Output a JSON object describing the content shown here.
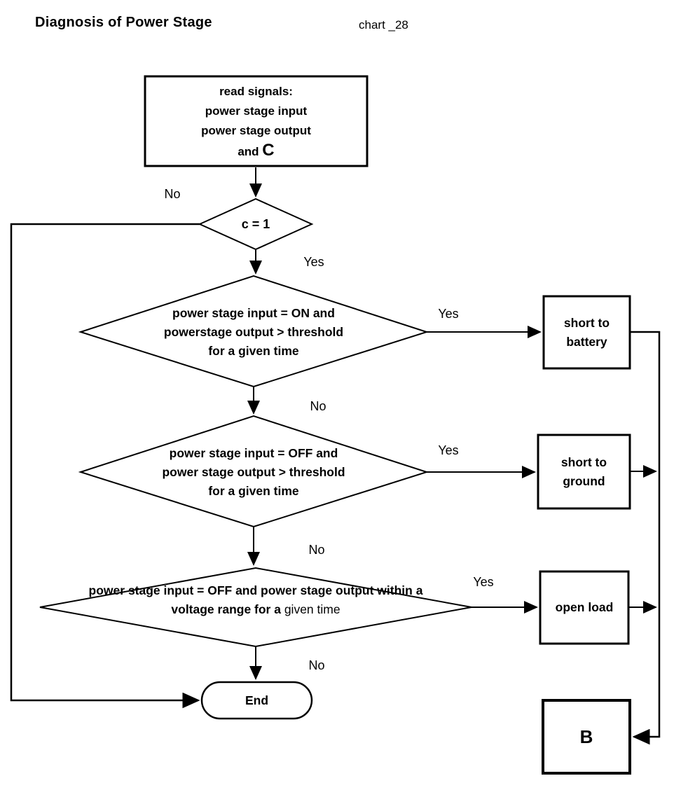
{
  "title": "Diagnosis of Power Stage",
  "chart_label": "chart _28",
  "nodes": {
    "read_signals": {
      "line1": "read signals:",
      "line2": "power stage input",
      "line3": "power stage output",
      "line4_prefix": "and ",
      "line4_var": "C"
    },
    "decision_c": {
      "label": "c = 1"
    },
    "decision_short_battery": {
      "label": "power stage input = ON and\npowerstage output > threshold\nfor a given time"
    },
    "decision_short_ground": {
      "label": "power stage input = OFF and\npower stage output > threshold\nfor a given time"
    },
    "decision_open_load": {
      "label_bold": "power stage input = OFF and power stage output within a voltage range for a ",
      "label_regular": "given time"
    },
    "short_to_battery": {
      "label": "short to\nbattery"
    },
    "short_to_ground": {
      "label": "short to\nground"
    },
    "open_load": {
      "label": "open load"
    },
    "end": {
      "label": "End"
    },
    "connector_b": {
      "label": "B"
    }
  },
  "edge_labels": {
    "no1": "No",
    "yes1": "Yes",
    "yes2": "Yes",
    "no2": "No",
    "yes3": "Yes",
    "no3": "No",
    "yes4": "Yes",
    "no4": "No"
  },
  "colors": {
    "line": "#000000",
    "background": "#ffffff"
  }
}
